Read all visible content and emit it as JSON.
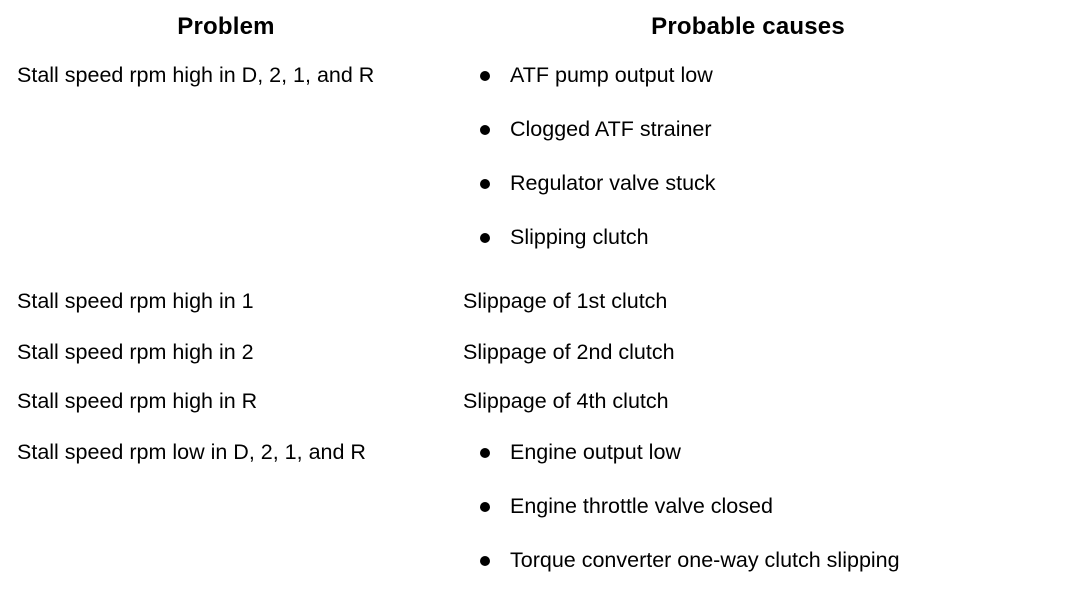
{
  "table": {
    "columns": [
      {
        "key": "problem",
        "header": "Problem"
      },
      {
        "key": "causes",
        "header": "Probable causes"
      }
    ],
    "rows": [
      {
        "problem": "Stall speed rpm high in D, 2, 1, and R",
        "causes_type": "bullets",
        "causes": [
          "ATF pump output low",
          "Clogged ATF strainer",
          "Regulator valve stuck",
          "Slipping clutch"
        ]
      },
      {
        "problem": "Stall speed rpm high in 1",
        "causes_type": "text",
        "causes_text": "Slippage of 1st clutch"
      },
      {
        "problem": "Stall speed rpm high in 2",
        "causes_type": "text",
        "causes_text": "Slippage of 2nd clutch"
      },
      {
        "problem": "Stall speed rpm high in R",
        "causes_type": "text",
        "causes_text": "Slippage of 4th clutch"
      },
      {
        "problem": "Stall speed rpm low in D, 2, 1, and R",
        "causes_type": "bullets",
        "causes": [
          "Engine output low",
          "Engine throttle valve closed",
          "Torque converter one-way clutch slipping"
        ]
      }
    ],
    "bullet_icon": "filled-circle-bullet-icon",
    "colors": {
      "border": "#000000",
      "background": "#ffffff",
      "text": "#000000"
    }
  }
}
